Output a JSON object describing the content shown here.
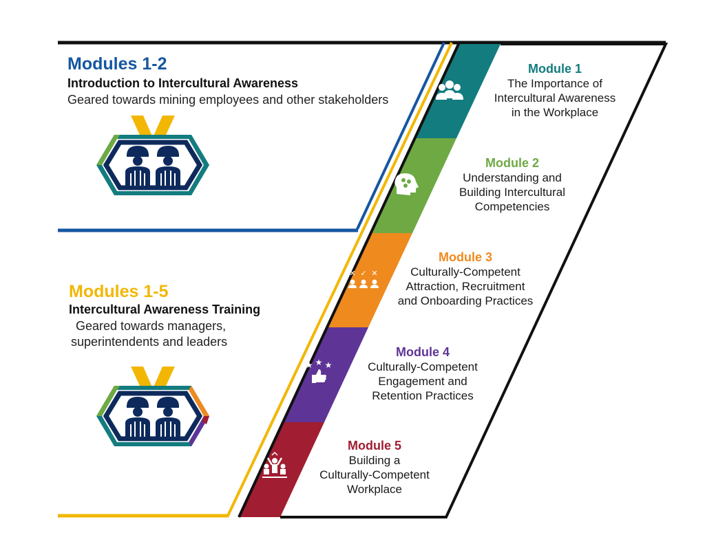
{
  "colors": {
    "navy": "#0e2a5c",
    "blue": "#1556a0",
    "gold": "#f2b705",
    "teal": "#137c7f",
    "green": "#6ea944",
    "orange": "#ef8a1f",
    "purple": "#5e3596",
    "red": "#a11d31",
    "black": "#111111"
  },
  "groups": [
    {
      "title": "Modules 1-2",
      "subtitle": "Introduction to Intercultural Awareness",
      "description": "Geared towards mining employees and other stakeholders",
      "badge_icon": "workers-medal-icon"
    },
    {
      "title": "Modules 1-5",
      "subtitle": "Intercultural Awareness Training",
      "description_lines": [
        "Geared towards managers,",
        "superintendents and leaders"
      ],
      "badge_icon": "workers-medal-icon"
    }
  ],
  "modules": [
    {
      "title": "Module 1",
      "lines": [
        "The Importance of",
        "Intercultural Awareness",
        "in the Workplace"
      ],
      "icon": "team-people-icon"
    },
    {
      "title": "Module 2",
      "lines": [
        "Understanding and",
        "Building Intercultural",
        "Competencies"
      ],
      "icon": "brain-head-icon"
    },
    {
      "title": "Module 3",
      "lines": [
        "Culturally-Competent",
        "Attraction, Recruitment",
        "and Onboarding Practices"
      ],
      "icon": "candidate-selection-icon"
    },
    {
      "title": "Module 4",
      "lines": [
        "Culturally-Competent",
        "Engagement and",
        "Retention Practices"
      ],
      "icon": "thumbs-up-stars-icon"
    },
    {
      "title": "Module 5",
      "lines": [
        "Building a",
        "Culturally-Competent",
        "Workplace"
      ],
      "icon": "celebrating-team-icon"
    }
  ]
}
